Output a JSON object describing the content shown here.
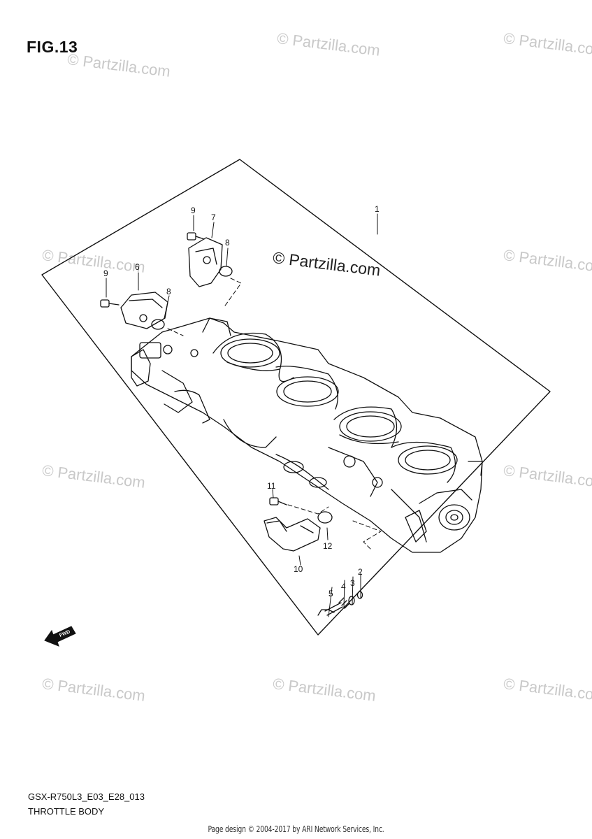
{
  "figure": {
    "title": "FIG.13",
    "model_code": "GSX-R750L3_E03_E28_013",
    "name": "THROTTLE BODY"
  },
  "watermarks": {
    "faint_text": "© Partzilla.com",
    "main_text": "© Partzilla.com"
  },
  "credit": "Page design © 2004-2017 by ARI Network Services, Inc.",
  "fwd_label": "FWD",
  "callouts": [
    "1",
    "2",
    "3",
    "4",
    "5",
    "6",
    "7",
    "8",
    "8",
    "9",
    "9",
    "10",
    "11",
    "12"
  ]
}
